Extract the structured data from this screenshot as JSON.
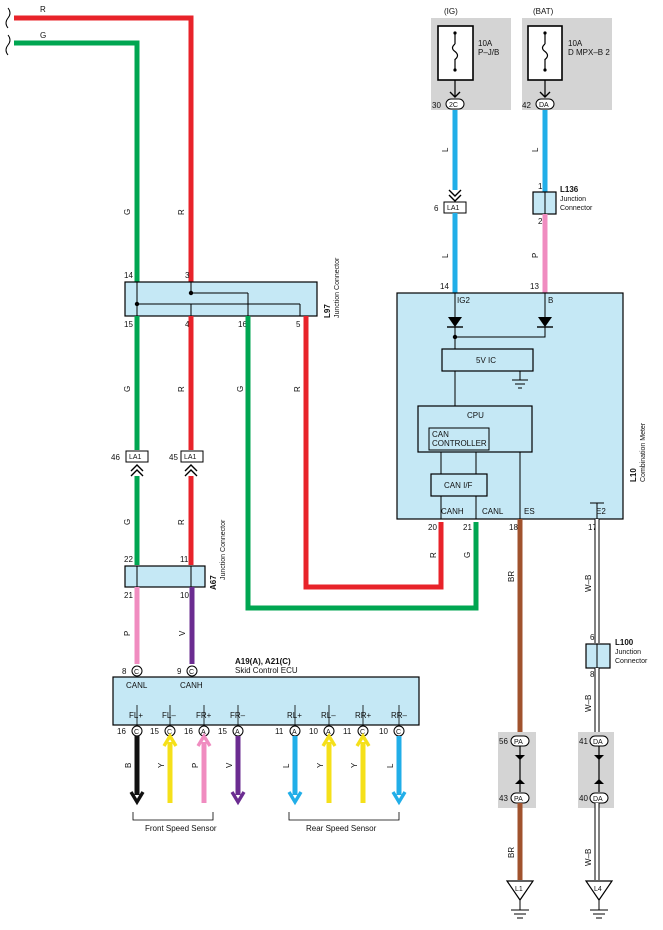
{
  "top_wires": {
    "r": "R",
    "g": "G"
  },
  "fuse_ig": {
    "header": "(IG)",
    "rating": "10A",
    "name": "P–J/B",
    "pin": "30",
    "conn": "2C"
  },
  "fuse_bat": {
    "header": "(BAT)",
    "rating": "10A",
    "name": "D MPX–B 2",
    "pin": "42",
    "conn": "DA"
  },
  "wire_labels": {
    "L": "L",
    "P": "P",
    "G": "G",
    "R": "R",
    "V": "V",
    "BR": "BR",
    "WB": "W–B",
    "B": "B",
    "Y": "Y"
  },
  "la1_top": {
    "pin": "6",
    "code": "LA1"
  },
  "l136": {
    "code": "L136",
    "desc1": "Junction",
    "desc2": "Connector",
    "pin_top": "1",
    "pin_bottom": "2"
  },
  "l97": {
    "code": "L97",
    "desc": "Junction Connector",
    "pins": {
      "p14": "14",
      "p3": "3",
      "p15": "15",
      "p4": "4",
      "p16": "16",
      "p5": "5"
    }
  },
  "l10": {
    "code": "L10",
    "desc": "Combination Meter",
    "pin14": "14",
    "pin13": "13",
    "ig2": "IG2",
    "b": "B",
    "ic5v": "5V IC",
    "cpu": "CPU",
    "can_ctrl1": "CAN",
    "can_ctrl2": "CONTROLLER",
    "canif": "CAN I/F",
    "canh": "CANH",
    "canl": "CANL",
    "es": "ES",
    "e2": "E2",
    "pin20": "20",
    "pin21": "21",
    "pin18": "18",
    "pin17": "17"
  },
  "la1_mid": {
    "pin_g": "46",
    "pin_r": "45",
    "code": "LA1"
  },
  "a67": {
    "code": "A67",
    "desc": "Junction Connector",
    "pin22": "22",
    "pin11": "11",
    "pin21": "21",
    "pin10": "10"
  },
  "ecu": {
    "code": "A19(A), A21(C)",
    "desc": "Skid Control ECU",
    "pin_canl": "8",
    "pin_canh": "9",
    "conn_c": "C",
    "canl": "CANL",
    "canh": "CANH",
    "terms": [
      {
        "pin": "16",
        "conn": "C",
        "name": "FL+"
      },
      {
        "pin": "15",
        "conn": "C",
        "name": "FL–"
      },
      {
        "pin": "16",
        "conn": "A",
        "name": "FR+"
      },
      {
        "pin": "15",
        "conn": "A",
        "name": "FR–"
      },
      {
        "pin": "11",
        "conn": "A",
        "name": "RL+"
      },
      {
        "pin": "10",
        "conn": "A",
        "name": "RL–"
      },
      {
        "pin": "11",
        "conn": "C",
        "name": "RR+"
      },
      {
        "pin": "10",
        "conn": "C",
        "name": "RR–"
      }
    ],
    "front_sensor": "Front Speed Sensor",
    "rear_sensor": "Rear Speed Sensor"
  },
  "l100": {
    "code": "L100",
    "desc1": "Junction",
    "desc2": "Connector",
    "pin_top": "6",
    "pin_bottom": "8"
  },
  "pa": {
    "pin_top": "56",
    "pin_bottom": "43",
    "code": "PA"
  },
  "da": {
    "pin_top": "41",
    "pin_bottom": "40",
    "code": "DA"
  },
  "ground_l1": "L1",
  "ground_l4": "L4",
  "colors": {
    "red": "#e8232a",
    "green": "#00a651",
    "blue": "#21aee8",
    "pink": "#f08cc0",
    "purple": "#6b2c91",
    "brown": "#a0522d",
    "yellow": "#f5e01a",
    "black": "#111111",
    "box": "#c5e8f5",
    "shade": "#d4d4d4"
  }
}
